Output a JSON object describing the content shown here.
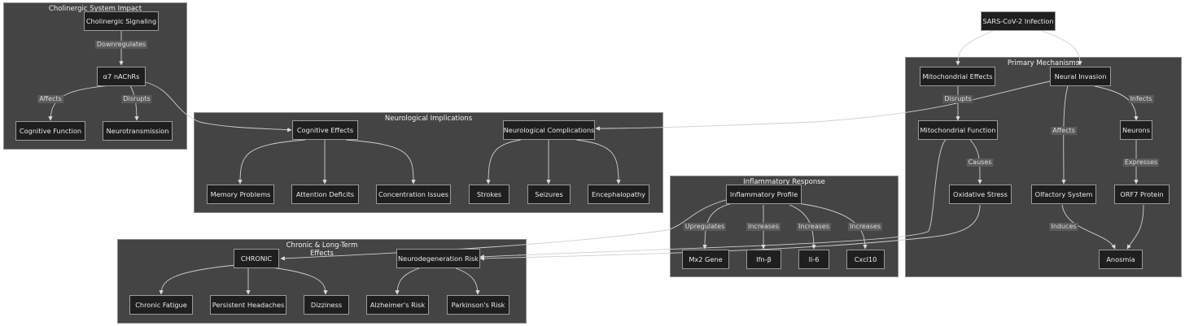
{
  "clusters": {
    "cholinergic": "Cholinergic System Impact",
    "neurological": "Neurological Implications",
    "primary": "Primary Mechanisms",
    "inflammatory": "Inflammatory Response",
    "chronic": "Chronic & Long-Term\nEffects"
  },
  "nodes": {
    "cholinergic_signaling": "Cholinergic Signaling",
    "a7_nachrs": "α7 nAChRs",
    "cognitive_function": "Cognitive Function",
    "neurotransmission": "Neurotransmission",
    "cognitive_effects": "Cognitive Effects",
    "neurological_complications": "Neurological Complications",
    "memory_problems": "Memory Problems",
    "attention_deficits": "Attention Deficits",
    "concentration_issues": "Concentration Issues",
    "strokes": "Strokes",
    "seizures": "Seizures",
    "encephalopathy": "Encephalopathy",
    "sars_cov2": "SARS-CoV-2 Infection",
    "mitochondrial_effects": "Mitochondrial Effects",
    "neural_invasion": "Neural Invasion",
    "mitochondrial_function": "Mitochondrial Function",
    "neurons": "Neurons",
    "oxidative_stress": "Oxidative Stress",
    "olfactory_system": "Olfactory System",
    "orf7_protein": "ORF7 Protein",
    "anosmia": "Anosmia",
    "inflammatory_profile": "Inflammatory Profile",
    "mx2_gene": "Mx2 Gene",
    "ifn_b": "Ifn-β",
    "il6": "Il-6",
    "cxcl10": "Cxcl10",
    "chronic": "CHRONIC",
    "neurodegeneration_risk": "Neurodegeneration Risk",
    "chronic_fatigue": "Chronic Fatigue",
    "persistent_headaches": "Persistent Headaches",
    "dizziness": "Dizziness",
    "alzheimers_risk": "Alzheimer's Risk",
    "parkinsons_risk": "Parkinson's Risk"
  },
  "edge_labels": {
    "downregulates": "Downregulates",
    "affects_cognitive": "Affects",
    "disrupts_neuro": "Disrupts",
    "disrupts_mito": "Disrupts",
    "infects": "Infects",
    "affects_olfactory": "Affects",
    "causes": "Causes",
    "expresses": "Expresses",
    "induces": "Induces",
    "upregulates": "Upregulates",
    "increases_ifn": "Increases",
    "increases_il6": "Increases",
    "increases_cxcl10": "Increases"
  }
}
